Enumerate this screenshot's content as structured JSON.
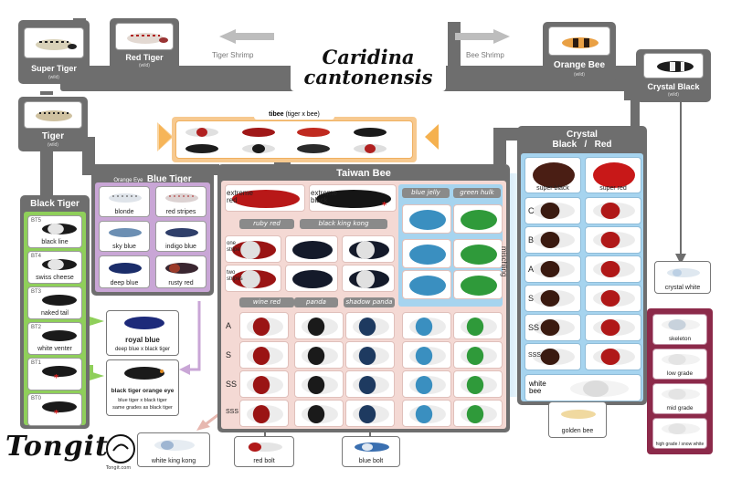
{
  "title": {
    "line1": "Caridina",
    "line2": "cantonensis"
  },
  "arrows": {
    "tiger_shrimp": "Tiger Shrimp",
    "bee_shrimp": "Bee Shrimp"
  },
  "wild": {
    "super_tiger": {
      "name": "Super  Tiger",
      "tag": "(wild)"
    },
    "red_tiger": {
      "name": "Red Tiger",
      "tag": "(wild)"
    },
    "orange_bee": {
      "name": "Orange Bee",
      "tag": "(wild)"
    },
    "crystal_black": {
      "name": "Crystal Black",
      "tag": "(wild)"
    },
    "tiger": {
      "name": "Tiger",
      "tag": "(wild)"
    }
  },
  "tibee": {
    "label": "tibee",
    "sub": "(tiger x bee)"
  },
  "blue_tiger": {
    "prefix": "Orange Eye",
    "title": "Blue Tiger",
    "items": [
      "blonde",
      "red stripes",
      "sky blue",
      "indigo blue",
      "deep blue",
      "rusty red"
    ]
  },
  "black_tiger": {
    "title": "Black Tiger",
    "grades": [
      {
        "code": "BT5",
        "name": "black line"
      },
      {
        "code": "BT4",
        "name": "swiss cheese"
      },
      {
        "code": "BT3",
        "name": "naked tail"
      },
      {
        "code": "BT2",
        "name": "white venter"
      },
      {
        "code": "BT1",
        "name": ""
      },
      {
        "code": "BT0",
        "name": ""
      }
    ]
  },
  "royal_blue": {
    "name": "royal blue",
    "sub": "deep blue x black tiger"
  },
  "btoe": {
    "name": "black tiger orange eye",
    "sub1": "blue tiger x black tiger",
    "sub2": "same grades as black tiger"
  },
  "taiwan_bee": {
    "title": "Taiwan Bee",
    "extreme_red": "extreme red",
    "extreme_black": "extreme black",
    "pills": {
      "ruby_red": "ruby red",
      "black_king_kong": "black king kong",
      "blue_jelly": "blue jelly",
      "green_hulk": "green hulk",
      "wine_red": "wine red",
      "panda": "panda",
      "shadow_panda": "shadow panda"
    },
    "one_stripe": "one stripe",
    "two_stripes": "two stripes",
    "grades": [
      "A",
      "S",
      "SS",
      "SSS"
    ]
  },
  "crystal": {
    "title_line1": "Crystal",
    "title_left": "Black",
    "title_sep": "/",
    "title_right": "Red",
    "super_black": "super black",
    "super_red": "super red",
    "grades": [
      "C",
      "B",
      "A",
      "S",
      "SS",
      "SSS"
    ],
    "mischling": "mischling",
    "white_bee": "white bee"
  },
  "crystal_white": "crystal white",
  "golden_bee": "golden bee",
  "golden_grades": [
    "skeleton",
    "low grade",
    "mid grade",
    "high grade / snow white"
  ],
  "bottom": {
    "white_king_kong": "white king kong",
    "red_bolt": "red bolt",
    "blue_bolt": "blue bolt"
  },
  "logo": {
    "text": "Tongit",
    "sub": "Tongit.com"
  },
  "colors": {
    "gray": "#6e6e6e",
    "green": "#8fcf5a",
    "pink": "#e7b8b0",
    "purple": "#c9a6d6",
    "blue": "#a6d4ef",
    "orange": "#f7c98f",
    "wine": "#8c2a4a"
  }
}
